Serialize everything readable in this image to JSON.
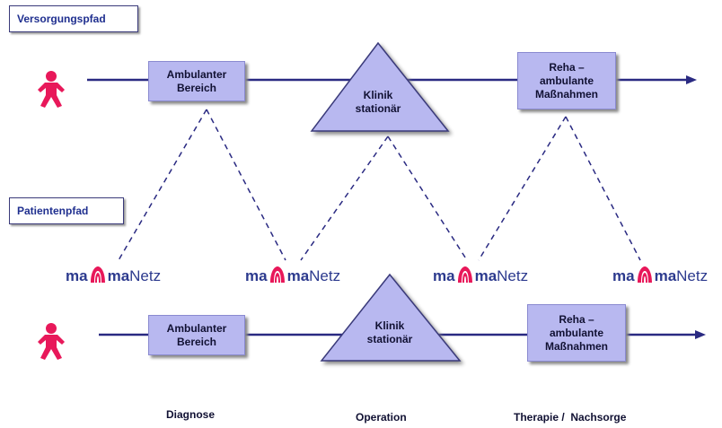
{
  "colors": {
    "accent": "#2a2a82",
    "box_fill": "#b8b8f0",
    "figure": "#e8185a",
    "logo_ribbon": "#e8185a",
    "logo_text": "#2c3a8e"
  },
  "labels": {
    "versorgungspfad": "Versorgungspfad",
    "patientenpfad": "Patientenpfad"
  },
  "top_row": {
    "ambulant": "Ambulanter\nBereich",
    "klinik": "Klinik\nstationär",
    "reha": "Reha –\nambulante\nMaßnahmen"
  },
  "bottom_row": {
    "ambulant": "Ambulanter\nBereich",
    "klinik": "Klinik\nstationär",
    "reha": "Reha –\nambulante\nMaßnahmen"
  },
  "logo": {
    "prefix": "ma",
    "middle": "ma",
    "suffix": "Netz",
    "icon": "ribbon-icon"
  },
  "phases": {
    "diagnose": "Diagnose",
    "operation": "Operation",
    "therapie": "Therapie /  Nachsorge"
  },
  "icons": {
    "person": "person-icon",
    "arrow": "arrow-right-icon"
  }
}
